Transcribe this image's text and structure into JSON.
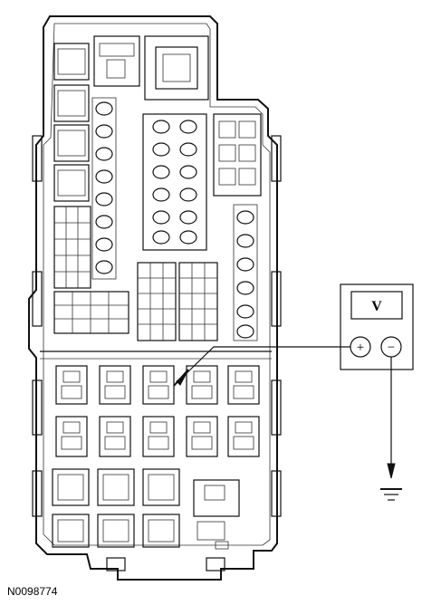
{
  "meter": {
    "display": "V",
    "positive_symbol": "+",
    "negative_symbol": "−"
  },
  "caption": "N0098774",
  "icons": [
    "fuse",
    "relay",
    "mini-fuse",
    "ground-symbol",
    "test-probe"
  ]
}
